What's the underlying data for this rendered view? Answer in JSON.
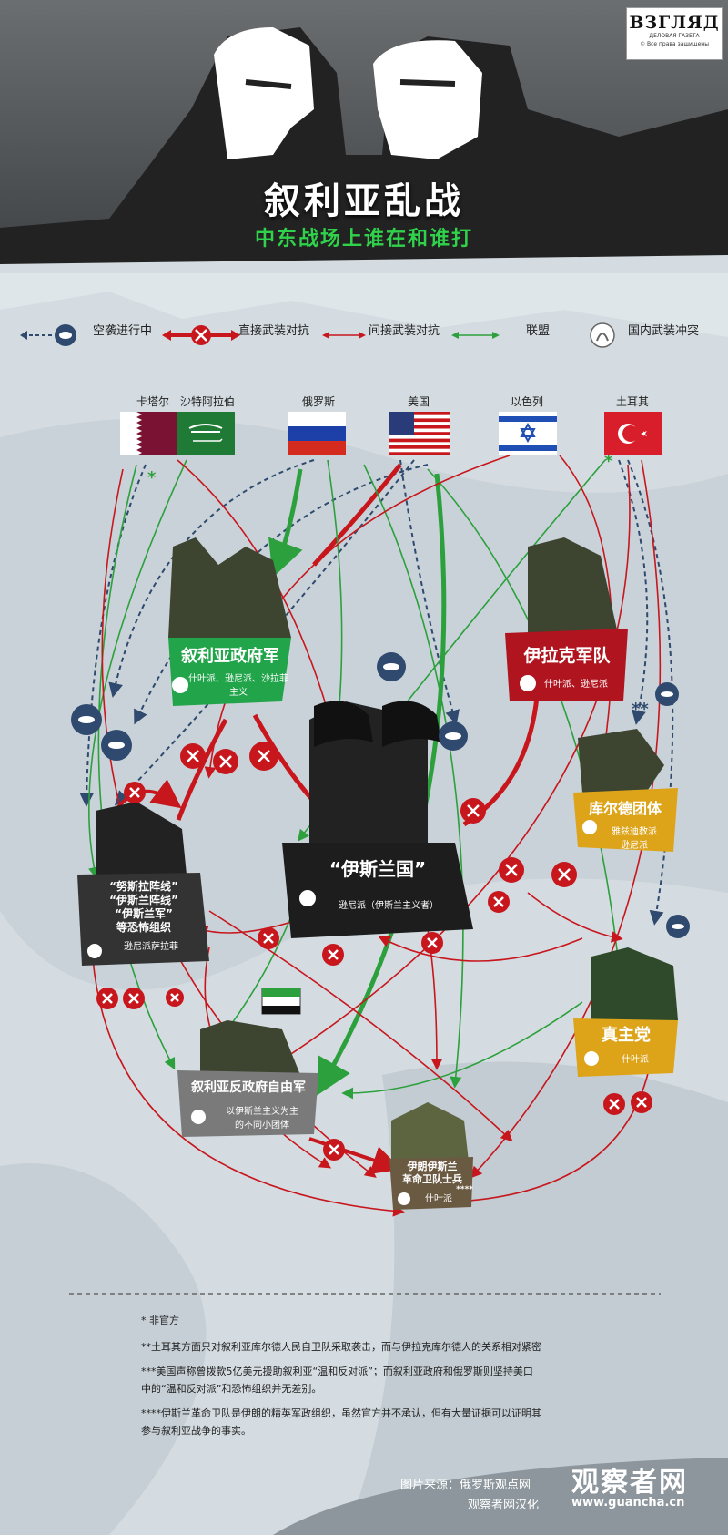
{
  "header": {
    "logo_main": "ВЗГЛЯД",
    "logo_sub": "ДЕЛОВАЯ ГАЗЕТА",
    "logo_rights": "© Все права защищены",
    "title": "叙利亚乱战",
    "subtitle": "中东战场上谁在和谁打"
  },
  "legend": {
    "airstrike": "空袭进行中",
    "direct": "直接武装对抗",
    "indirect": "间接武装对抗",
    "alliance": "联盟",
    "internal": "国内武装冲突"
  },
  "colors": {
    "red": "#c8161d",
    "green": "#2ca03c",
    "blue": "#2f4a6e",
    "dark": "#2c2c2c",
    "grey": "#6f6f6f"
  },
  "flags": [
    {
      "label": "卡塔尔",
      "icon": "qatar-flag"
    },
    {
      "label": "沙特阿拉伯",
      "icon": "saudi-flag"
    },
    {
      "label": "俄罗斯",
      "icon": "russia-flag"
    },
    {
      "label": "美国",
      "icon": "usa-flag"
    },
    {
      "label": "以色列",
      "icon": "israel-flag"
    },
    {
      "label": "土耳其",
      "icon": "turkey-flag"
    }
  ],
  "actors": {
    "syrian_army": {
      "name": "叙利亚政府军",
      "sect": "什叶派、逊尼派、沙拉菲主义"
    },
    "iraq_army": {
      "name": "伊拉克军队",
      "sect": "什叶派、逊尼派"
    },
    "isis": {
      "name": "“伊斯兰国”",
      "sect": "逊尼派（伊斯兰主义者）"
    },
    "kurds": {
      "name": "库尔德团体",
      "sect1": "雅兹迪教派",
      "sect2": "逊尼派"
    },
    "nusra": {
      "line1": "“努斯拉阵线”",
      "line2": "“伊斯兰阵线”",
      "line3": "“伊斯兰军”",
      "line4": "等恐怖组织",
      "sect": "逊尼派萨拉菲"
    },
    "hezbollah": {
      "name": "真主党",
      "sect": "什叶派"
    },
    "fsa": {
      "name": "叙利亚反政府自由军",
      "sect1": "以伊斯兰主义为主",
      "sect2": "的不同小团体"
    },
    "irgc": {
      "line1": "伊朗伊斯兰",
      "line2": "革命卫队士兵",
      "stars": "****",
      "sect": "什叶派"
    }
  },
  "marks": {
    "star1": "*",
    "star2": "**"
  },
  "notes": [
    "* 非官方",
    "**土耳其方面只对叙利亚库尔德人民自卫队采取袭击，而与伊拉克库尔德人的关系相对紧密",
    "***美国声称曾拨款5亿美元援助叙利亚“温和反对派”；而叙利亚政府和俄罗斯则坚持美口",
    "中的“温和反对派”和恐怖组织并无差别。",
    "****伊斯兰革命卫队是伊朗的精英军政组织，虽然官方并不承认，但有大量证据可以证明其",
    "参与叙利亚战争的事实。"
  ],
  "source": {
    "line1": "图片来源：俄罗斯观点网",
    "line2": "观察者网汉化",
    "brand": "观察者网",
    "url": "www.guancha.cn"
  }
}
